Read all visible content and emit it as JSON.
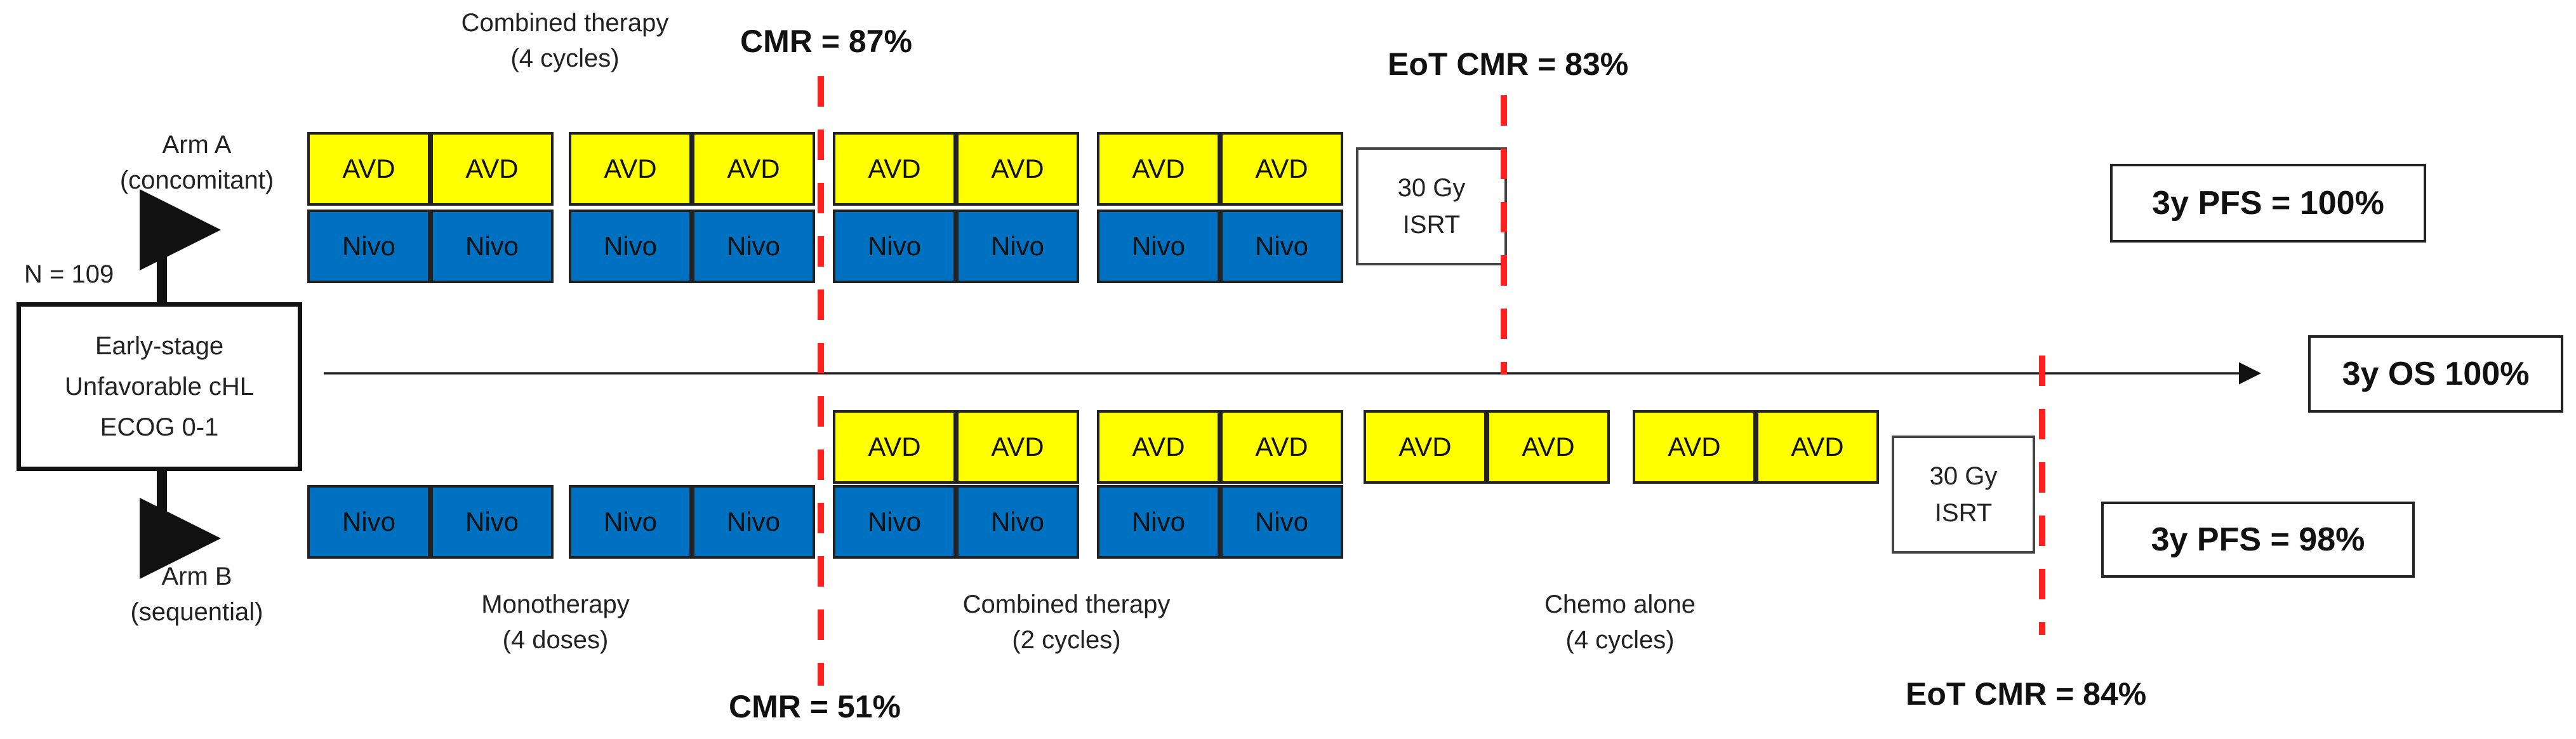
{
  "population": "N = 109",
  "center_box": {
    "lines": [
      "Early-stage",
      "Unfavorable cHL",
      "ECOG 0-1"
    ]
  },
  "arm_a": {
    "label": [
      "Arm A",
      "(concomitant)"
    ],
    "phase_label": [
      "Combined therapy",
      "(4 cycles)"
    ],
    "pfs": "3y PFS = 100%"
  },
  "arm_b": {
    "label": [
      "Arm B",
      "(sequential)"
    ],
    "phases": [
      {
        "title": "Monotherapy",
        "sub": "(4 doses)"
      },
      {
        "title": "Combined therapy",
        "sub": "(2 cycles)"
      },
      {
        "title": "Chemo alone",
        "sub": "(4 cycles)"
      }
    ],
    "pfs": "3y PFS = 98%"
  },
  "cmr_interim_a": "CMR = 87%",
  "cmr_interim_b": "CMR = 51%",
  "eot_cmr_a": "EoT CMR = 83%",
  "eot_cmr_b": "EoT CMR = 84%",
  "os": "3y OS 100%",
  "avd_label": "AVD",
  "nivo_label": "Nivo",
  "rt_label": [
    "30 Gy",
    "ISRT"
  ],
  "colors": {
    "avd": "#ffff00",
    "nivo": "#0070c0",
    "dashed_line": "#ff2020"
  }
}
